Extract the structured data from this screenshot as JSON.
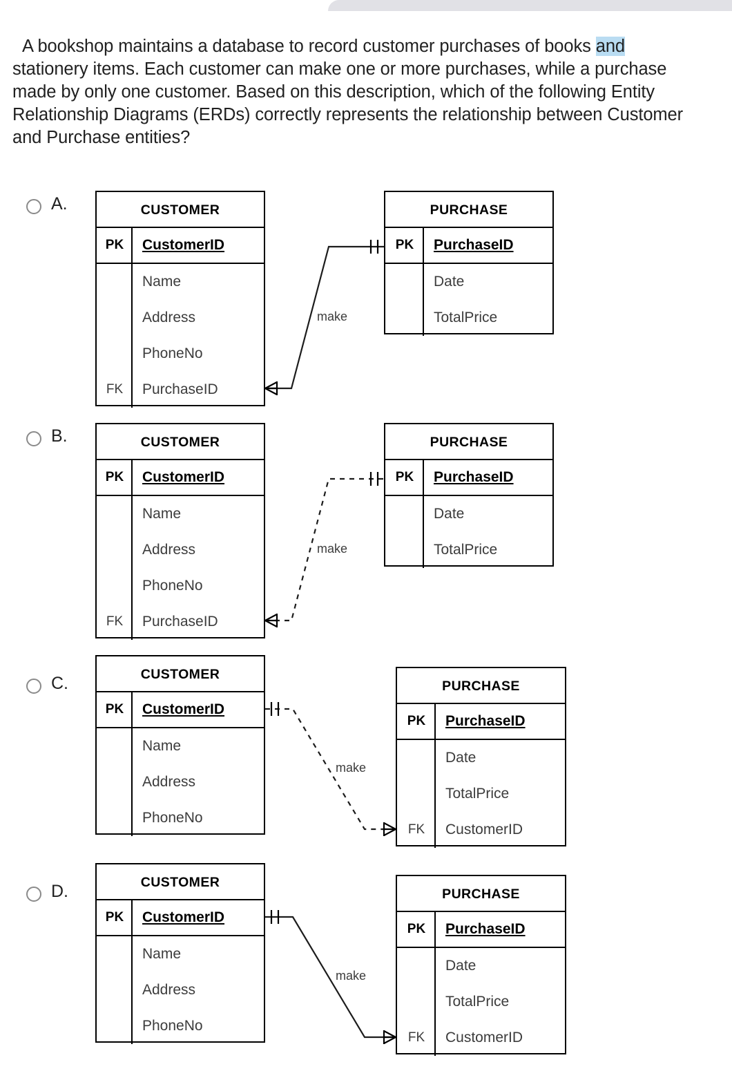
{
  "top_bar": {
    "color": "#e1e1e6"
  },
  "question": {
    "text_before_highlight": "A bookshop maintains a database to record customer purchases of books ",
    "highlight": "and",
    "highlight_color": "#b9dcf2",
    "text_after_highlight": "\nstationery items. Each customer can make one or more purchases, while a purchase\nmade by only one customer. Based on this description, which of the following Entity\nRelationship Diagrams (ERDs) correctly represents the relationship between Customer\nand Purchase entities?"
  },
  "options": [
    {
      "letter": "A.",
      "relationship_label": "make",
      "line_style": "solid",
      "left_entity": {
        "title": "CUSTOMER",
        "rows": [
          {
            "key": "PK",
            "attr": "CustomerID",
            "is_pk": true
          },
          {
            "key": "",
            "attr": "Name",
            "is_pk": false
          },
          {
            "key": "",
            "attr": "Address",
            "is_pk": false
          },
          {
            "key": "",
            "attr": "PhoneNo",
            "is_pk": false
          },
          {
            "key": "FK",
            "attr": "PurchaseID",
            "is_pk": false
          }
        ]
      },
      "right_entity": {
        "title": "PURCHASE",
        "rows": [
          {
            "key": "PK",
            "attr": "PurchaseID",
            "is_pk": true
          },
          {
            "key": "",
            "attr": "Date",
            "is_pk": false
          },
          {
            "key": "",
            "attr": "TotalPrice",
            "is_pk": false
          }
        ]
      },
      "left_cardinality": "many",
      "right_cardinality": "one"
    },
    {
      "letter": "B.",
      "relationship_label": "make",
      "line_style": "dashed",
      "left_entity": {
        "title": "CUSTOMER",
        "rows": [
          {
            "key": "PK",
            "attr": "CustomerID",
            "is_pk": true
          },
          {
            "key": "",
            "attr": "Name",
            "is_pk": false
          },
          {
            "key": "",
            "attr": "Address",
            "is_pk": false
          },
          {
            "key": "",
            "attr": "PhoneNo",
            "is_pk": false
          },
          {
            "key": "FK",
            "attr": "PurchaseID",
            "is_pk": false
          }
        ]
      },
      "right_entity": {
        "title": "PURCHASE",
        "rows": [
          {
            "key": "PK",
            "attr": "PurchaseID",
            "is_pk": true
          },
          {
            "key": "",
            "attr": "Date",
            "is_pk": false
          },
          {
            "key": "",
            "attr": "TotalPrice",
            "is_pk": false
          }
        ]
      },
      "left_cardinality": "many",
      "right_cardinality": "one"
    },
    {
      "letter": "C.",
      "relationship_label": "make",
      "line_style": "dashed",
      "left_entity": {
        "title": "CUSTOMER",
        "rows": [
          {
            "key": "PK",
            "attr": "CustomerID",
            "is_pk": true
          },
          {
            "key": "",
            "attr": "Name",
            "is_pk": false
          },
          {
            "key": "",
            "attr": "Address",
            "is_pk": false
          },
          {
            "key": "",
            "attr": "PhoneNo",
            "is_pk": false
          }
        ]
      },
      "right_entity": {
        "title": "PURCHASE",
        "rows": [
          {
            "key": "PK",
            "attr": "PurchaseID",
            "is_pk": true
          },
          {
            "key": "",
            "attr": "Date",
            "is_pk": false
          },
          {
            "key": "",
            "attr": "TotalPrice",
            "is_pk": false
          },
          {
            "key": "FK",
            "attr": "CustomerID",
            "is_pk": false
          }
        ]
      },
      "left_cardinality": "one",
      "right_cardinality": "many"
    },
    {
      "letter": "D.",
      "relationship_label": "make",
      "line_style": "solid",
      "left_entity": {
        "title": "CUSTOMER",
        "rows": [
          {
            "key": "PK",
            "attr": "CustomerID",
            "is_pk": true
          },
          {
            "key": "",
            "attr": "Name",
            "is_pk": false
          },
          {
            "key": "",
            "attr": "Address",
            "is_pk": false
          },
          {
            "key": "",
            "attr": "PhoneNo",
            "is_pk": false
          }
        ]
      },
      "right_entity": {
        "title": "PURCHASE",
        "rows": [
          {
            "key": "PK",
            "attr": "PurchaseID",
            "is_pk": true
          },
          {
            "key": "",
            "attr": "Date",
            "is_pk": false
          },
          {
            "key": "",
            "attr": "TotalPrice",
            "is_pk": false
          },
          {
            "key": "FK",
            "attr": "CustomerID",
            "is_pk": false
          }
        ]
      },
      "left_cardinality": "one",
      "right_cardinality": "many"
    }
  ]
}
